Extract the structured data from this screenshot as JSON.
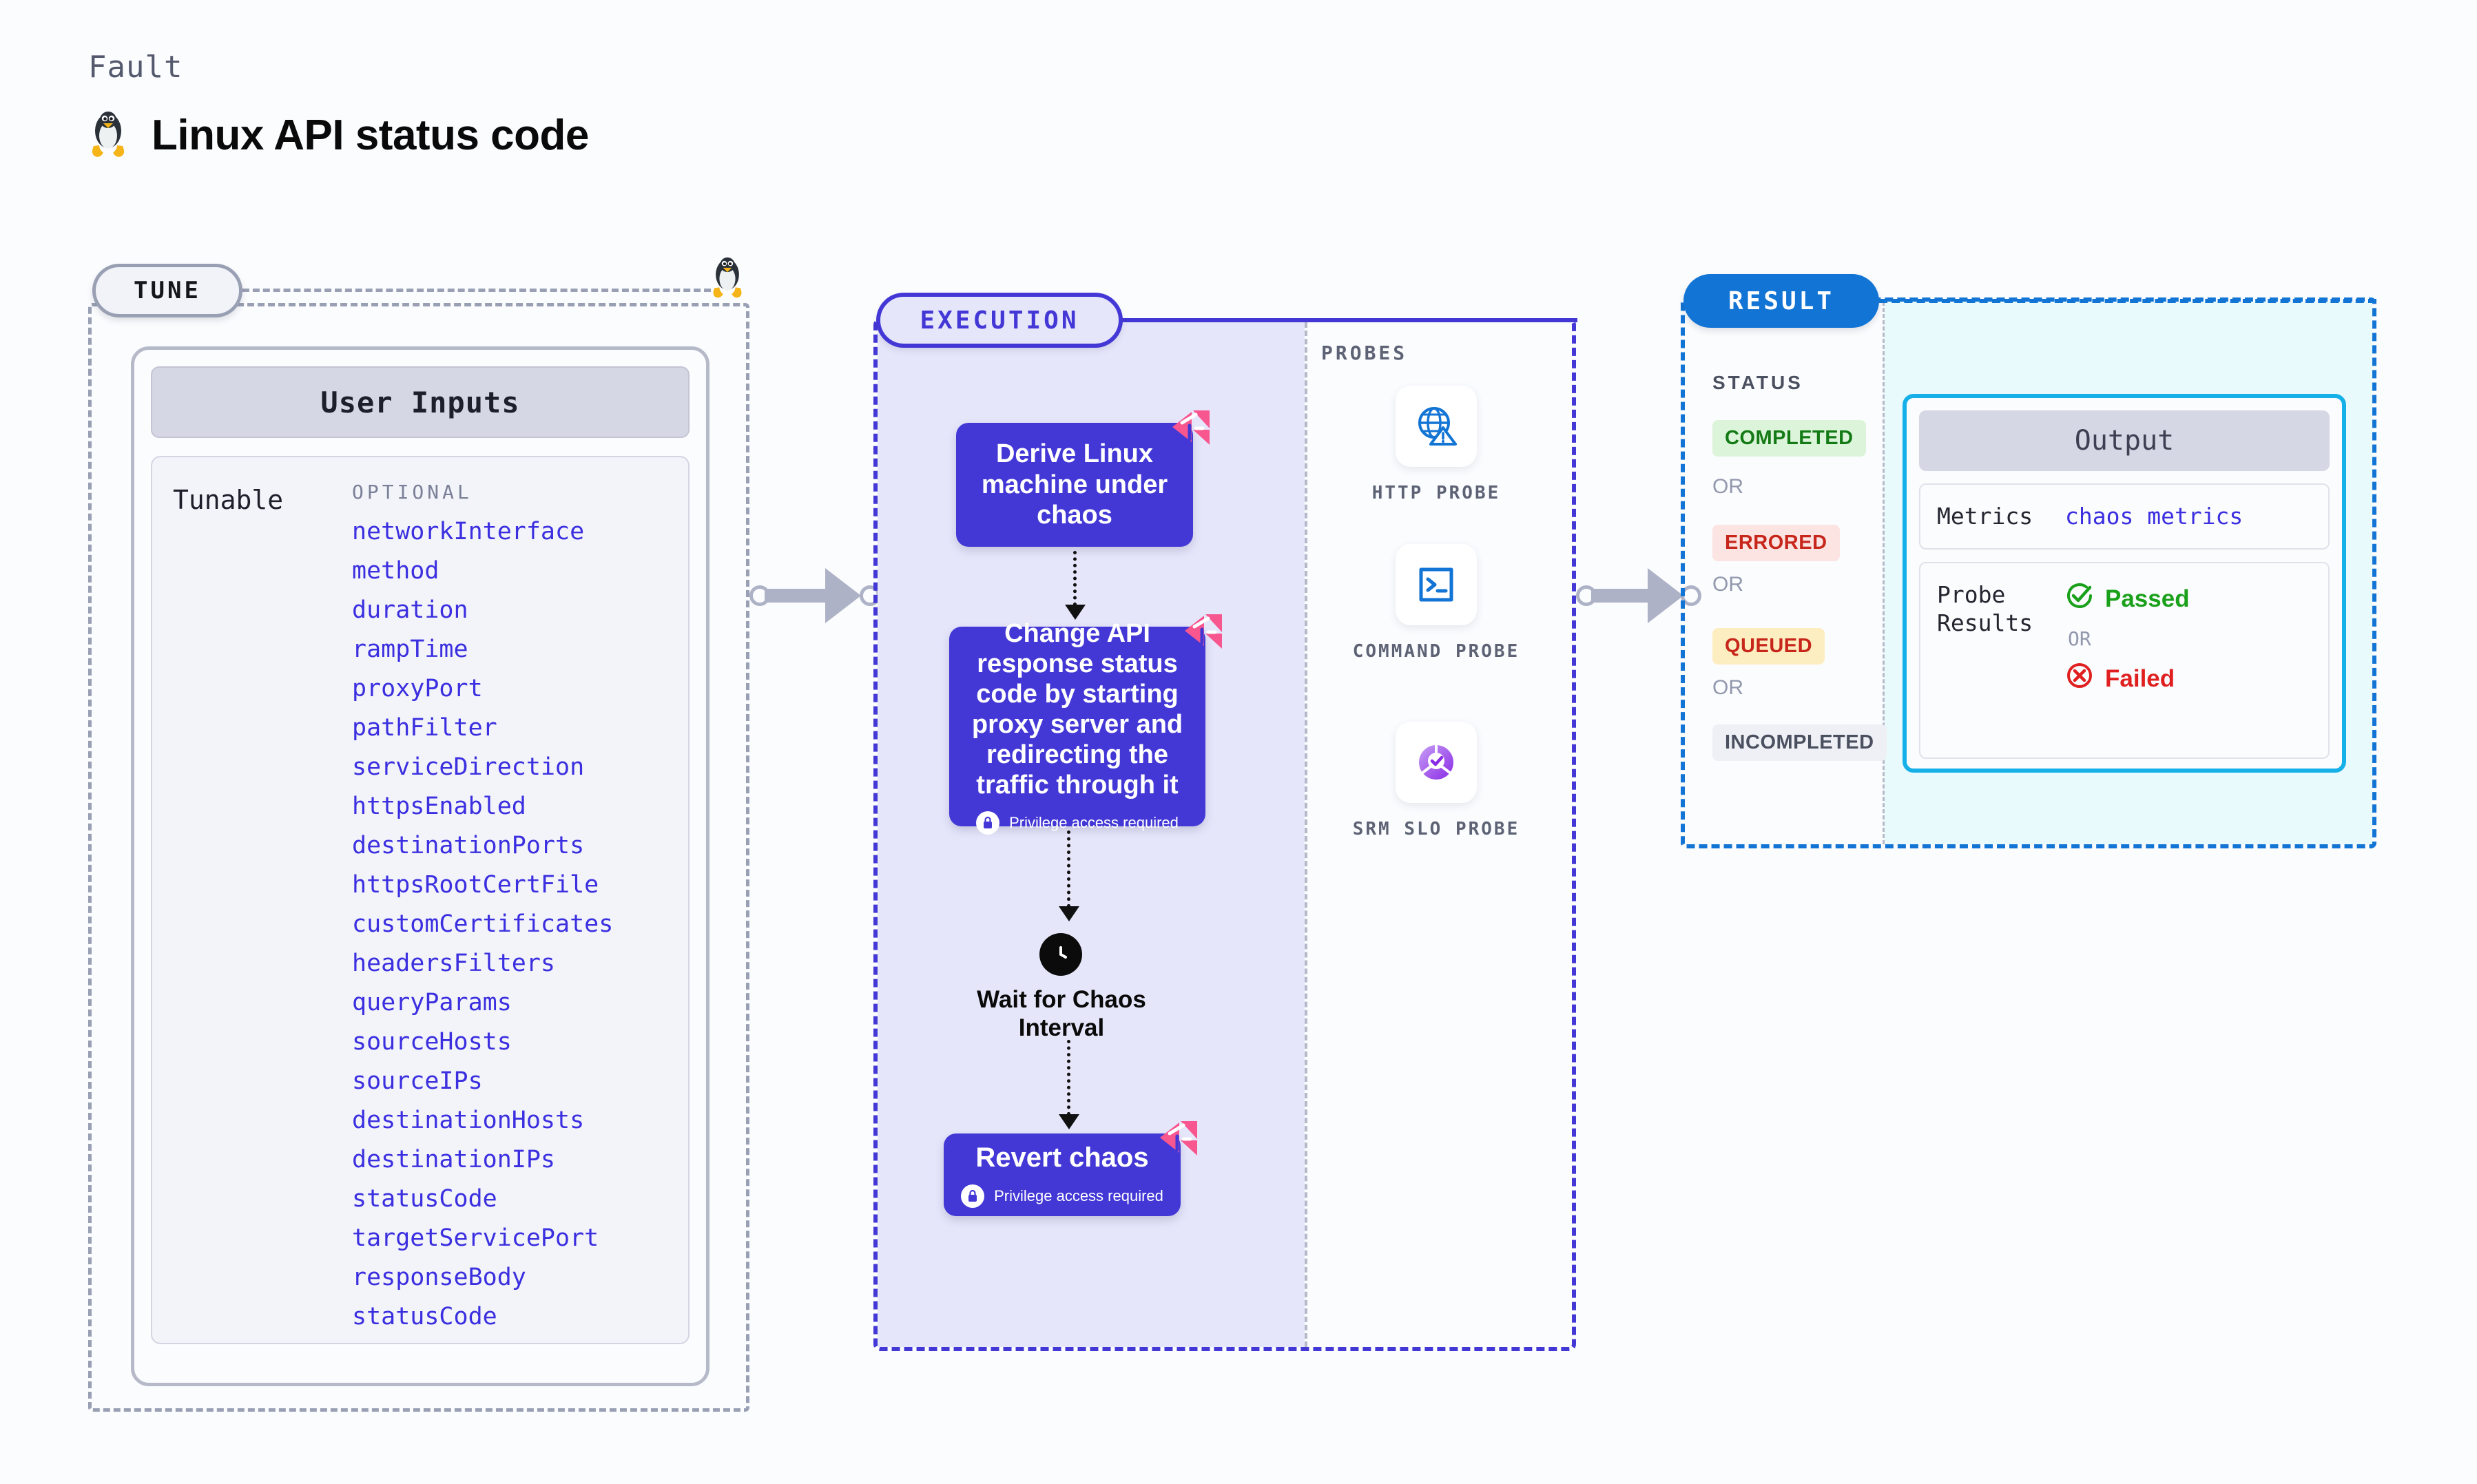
{
  "header": {
    "fault_label": "Fault",
    "title": "Linux API status code",
    "os_icon": "linux-penguin-icon"
  },
  "tune": {
    "pill_label": "TUNE",
    "card_title": "User Inputs",
    "tunable_label": "Tunable",
    "optional_heading": "OPTIONAL",
    "parameters": [
      "networkInterface",
      "method",
      "duration",
      "rampTime",
      "proxyPort",
      "pathFilter",
      "serviceDirection",
      "httpsEnabled",
      "destinationPorts",
      "httpsRootCertFile",
      "customCertificates",
      "headersFilters",
      "queryParams",
      "sourceHosts",
      "sourceIPs",
      "destinationHosts",
      "destinationIPs",
      "statusCode",
      "targetServicePort",
      "responseBody",
      "statusCode"
    ]
  },
  "execution": {
    "pill_label": "EXECUTION",
    "nodes": [
      {
        "id": "derive",
        "text": "Derive Linux machine under chaos",
        "privilege": null,
        "badge": "chaos-corner-badge"
      },
      {
        "id": "change",
        "text": "Change API response status code by starting proxy server and redirecting the traffic through it",
        "privilege": "Privilege access required",
        "badge": "chaos-corner-badge"
      },
      {
        "id": "revert",
        "text": "Revert chaos",
        "privilege": "Privilege access required",
        "badge": "chaos-corner-badge"
      }
    ],
    "wait_node": {
      "icon": "clock-icon",
      "label": "Wait for Chaos Interval"
    }
  },
  "probes": {
    "heading": "PROBES",
    "items": [
      {
        "icon": "globe-warning-icon",
        "label": "HTTP PROBE"
      },
      {
        "icon": "terminal-icon",
        "label": "COMMAND PROBE"
      },
      {
        "icon": "slo-donut-check-icon",
        "label": "SRM SLO PROBE"
      }
    ]
  },
  "result": {
    "pill_label": "RESULT",
    "status_heading": "STATUS",
    "or_label": "OR",
    "statuses": [
      {
        "label": "COMPLETED",
        "bg": "#dcf5da",
        "fg": "#147a16"
      },
      {
        "label": "ERRORED",
        "bg": "#fbe4e2",
        "fg": "#c7261b"
      },
      {
        "label": "QUEUED",
        "bg": "#fdeec2",
        "fg": "#c7261b"
      },
      {
        "label": "INCOMPLETED",
        "bg": "#eef0f5",
        "fg": "#4b5060"
      }
    ],
    "output": {
      "title": "Output",
      "metrics_key": "Metrics",
      "metrics_value": "chaos metrics",
      "probe_results_key": "Probe Results",
      "passed_label": "Passed",
      "failed_label": "Failed",
      "or_label": "OR",
      "passed_icon": "check-circle-icon",
      "failed_icon": "x-circle-icon"
    }
  },
  "colors": {
    "accent_indigo": "#4338d6",
    "accent_blue": "#1274d4",
    "accent_cyan": "#16b0e8",
    "param_text": "#3b2fe0",
    "badge_pink": "#f7568f",
    "connector_gray": "#aeb2c6"
  }
}
